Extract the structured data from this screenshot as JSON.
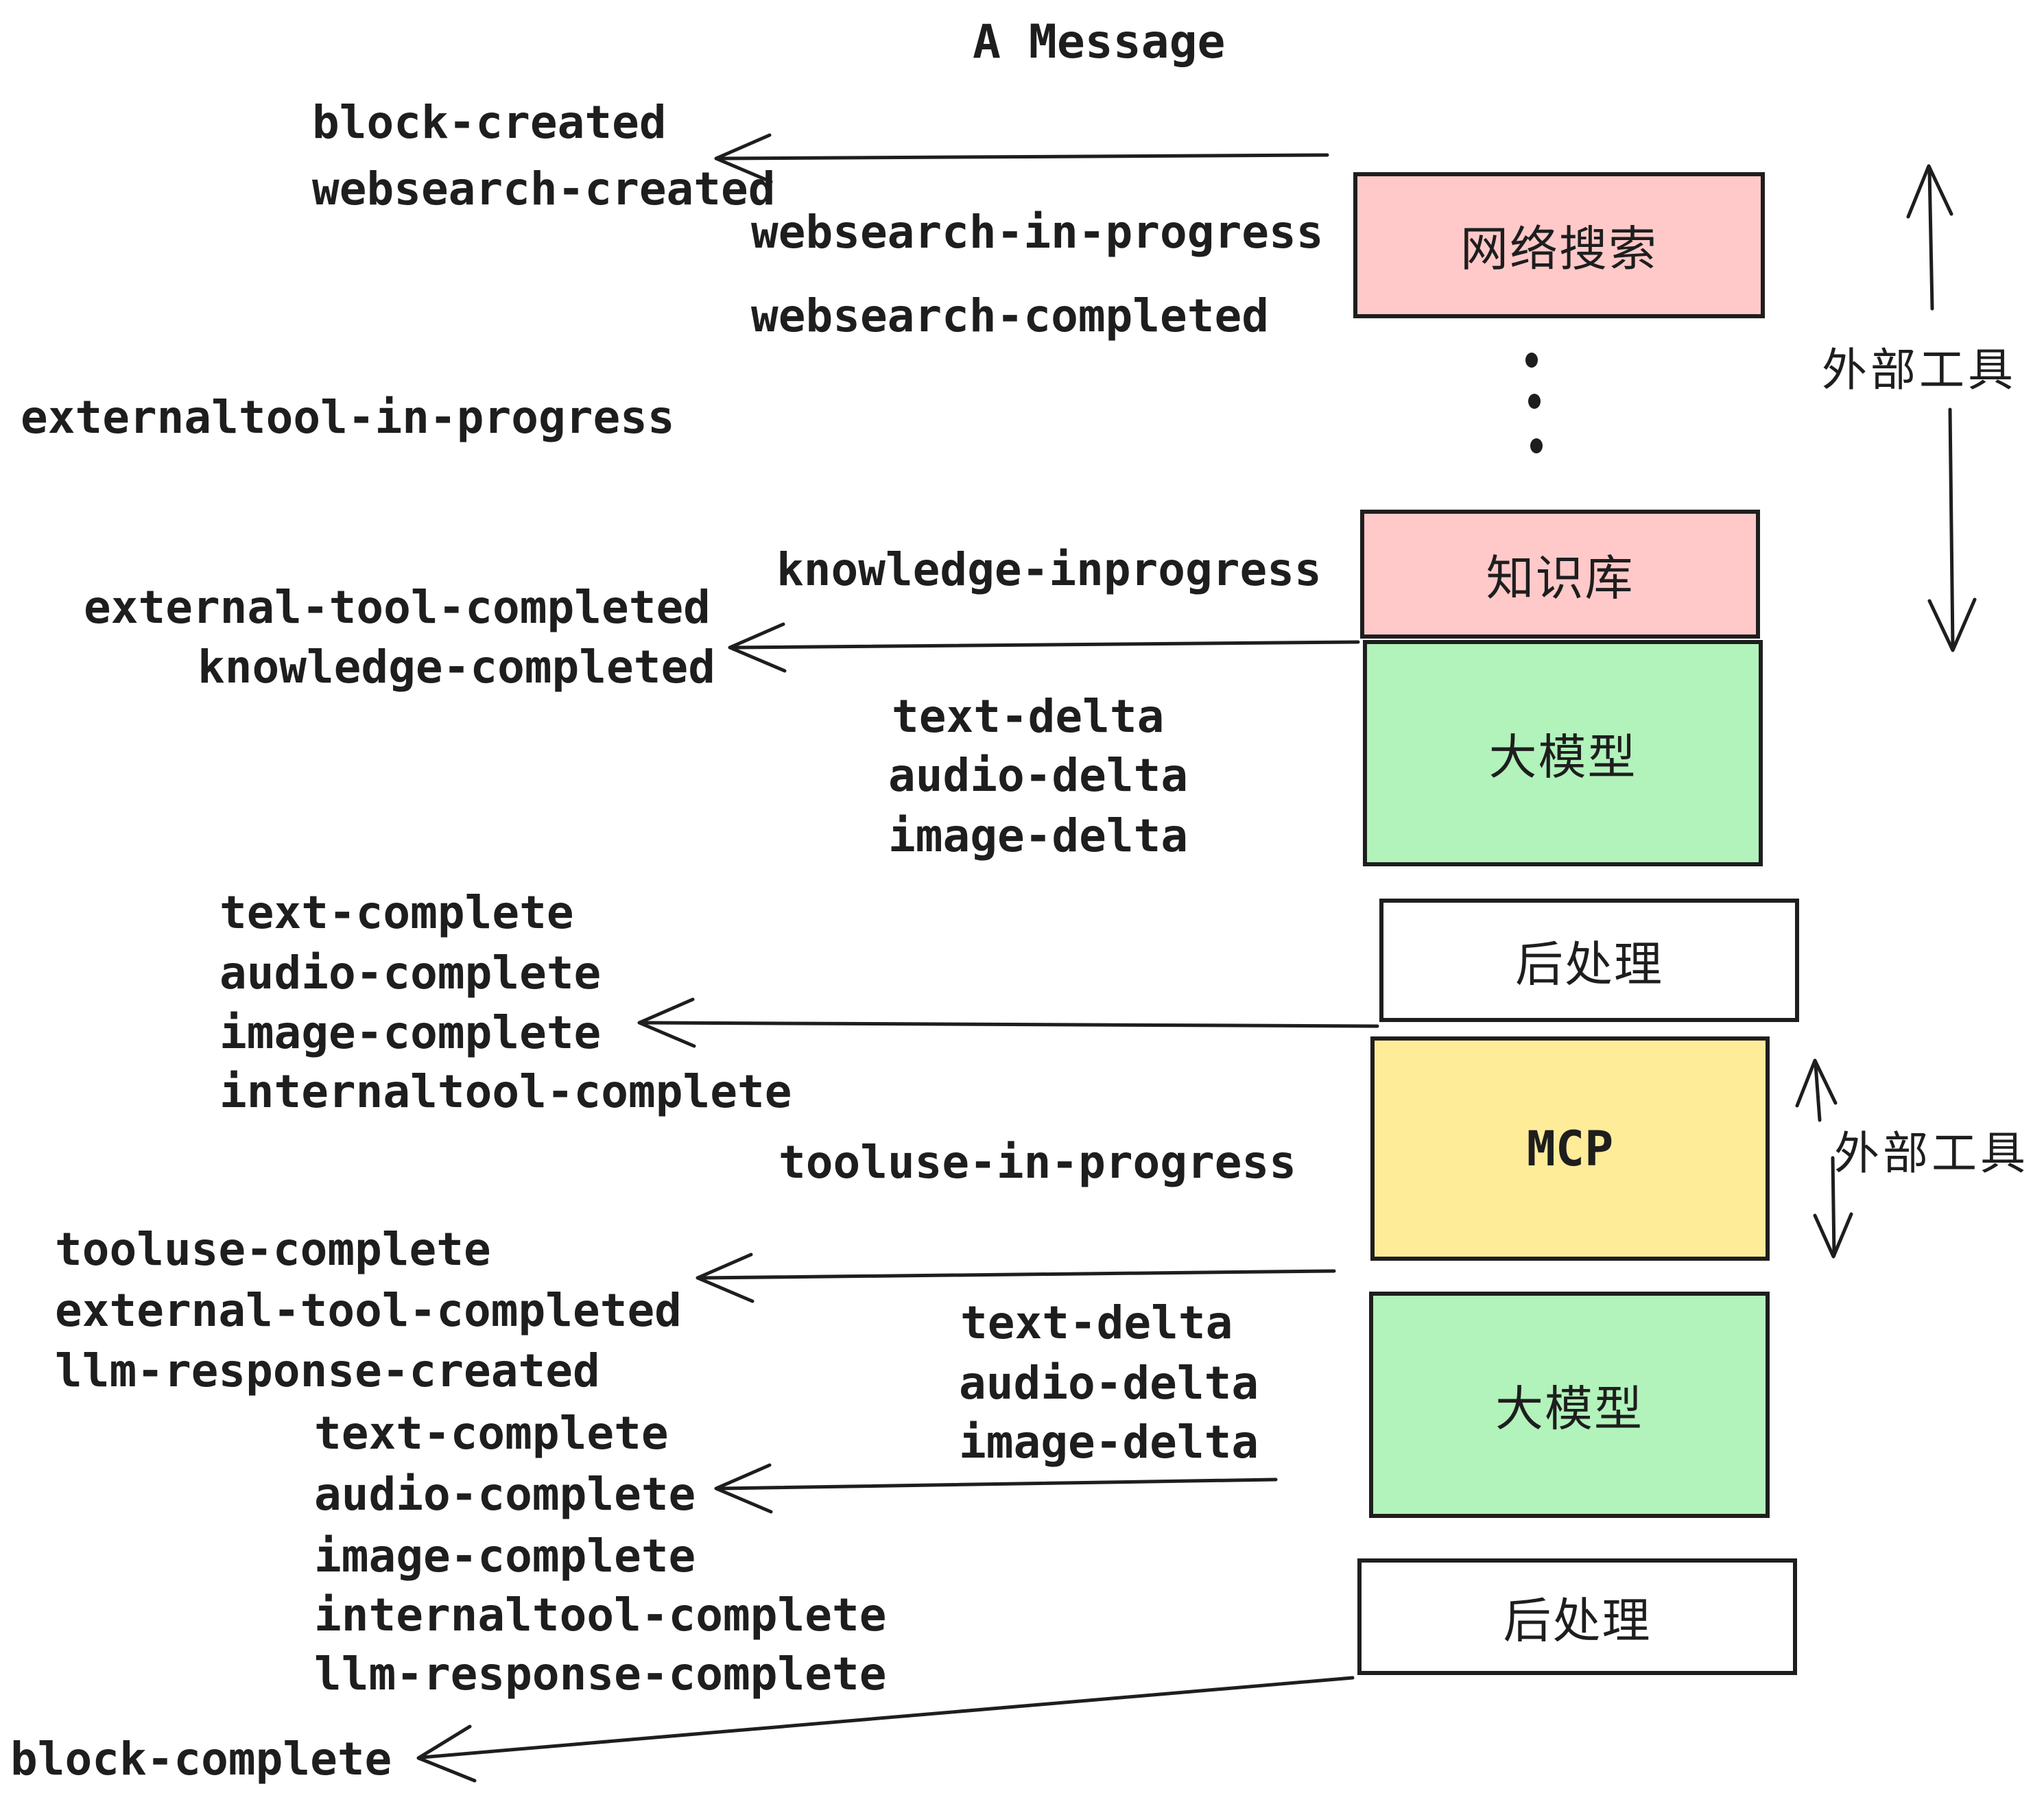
{
  "title": "A Message",
  "colors": {
    "box_pink": "#ffc9c9",
    "box_green": "#b2f2bb",
    "box_yellow": "#ffec99",
    "box_white": "#ffffff",
    "ink": "#1e1e1e",
    "background": "#ffffff"
  },
  "boxes": [
    {
      "label": "网络搜索"
    },
    {
      "label": "知识库"
    },
    {
      "label": "大模型"
    },
    {
      "label": "后处理"
    },
    {
      "label": "MCP"
    },
    {
      "label": "大模型"
    },
    {
      "label": "后处理"
    }
  ],
  "side": {
    "top_label": "外部工具",
    "mcp_label": "外部工具"
  },
  "events": {
    "block_created": "block-created",
    "websearch_created": "websearch-created",
    "websearch_in_progress": "websearch-in-progress",
    "websearch_completed": "websearch-completed",
    "externaltool_in_progress": "externaltool-in-progress",
    "knowledge_inprogress": "knowledge-inprogress",
    "external_tool_completed": "external-tool-completed",
    "knowledge_completed": "knowledge-completed",
    "text_delta": "text-delta",
    "audio_delta": "audio-delta",
    "image_delta": "image-delta",
    "text_complete": "text-complete",
    "audio_complete": "audio-complete",
    "image_complete": "image-complete",
    "internaltool_complete": "internaltool-complete",
    "tooluse_in_progress": "tooluse-in-progress",
    "tooluse_complete": "tooluse-complete",
    "llm_response_created": "llm-response-created",
    "llm_response_complete": "llm-response-complete",
    "block_complete": "block-complete"
  }
}
